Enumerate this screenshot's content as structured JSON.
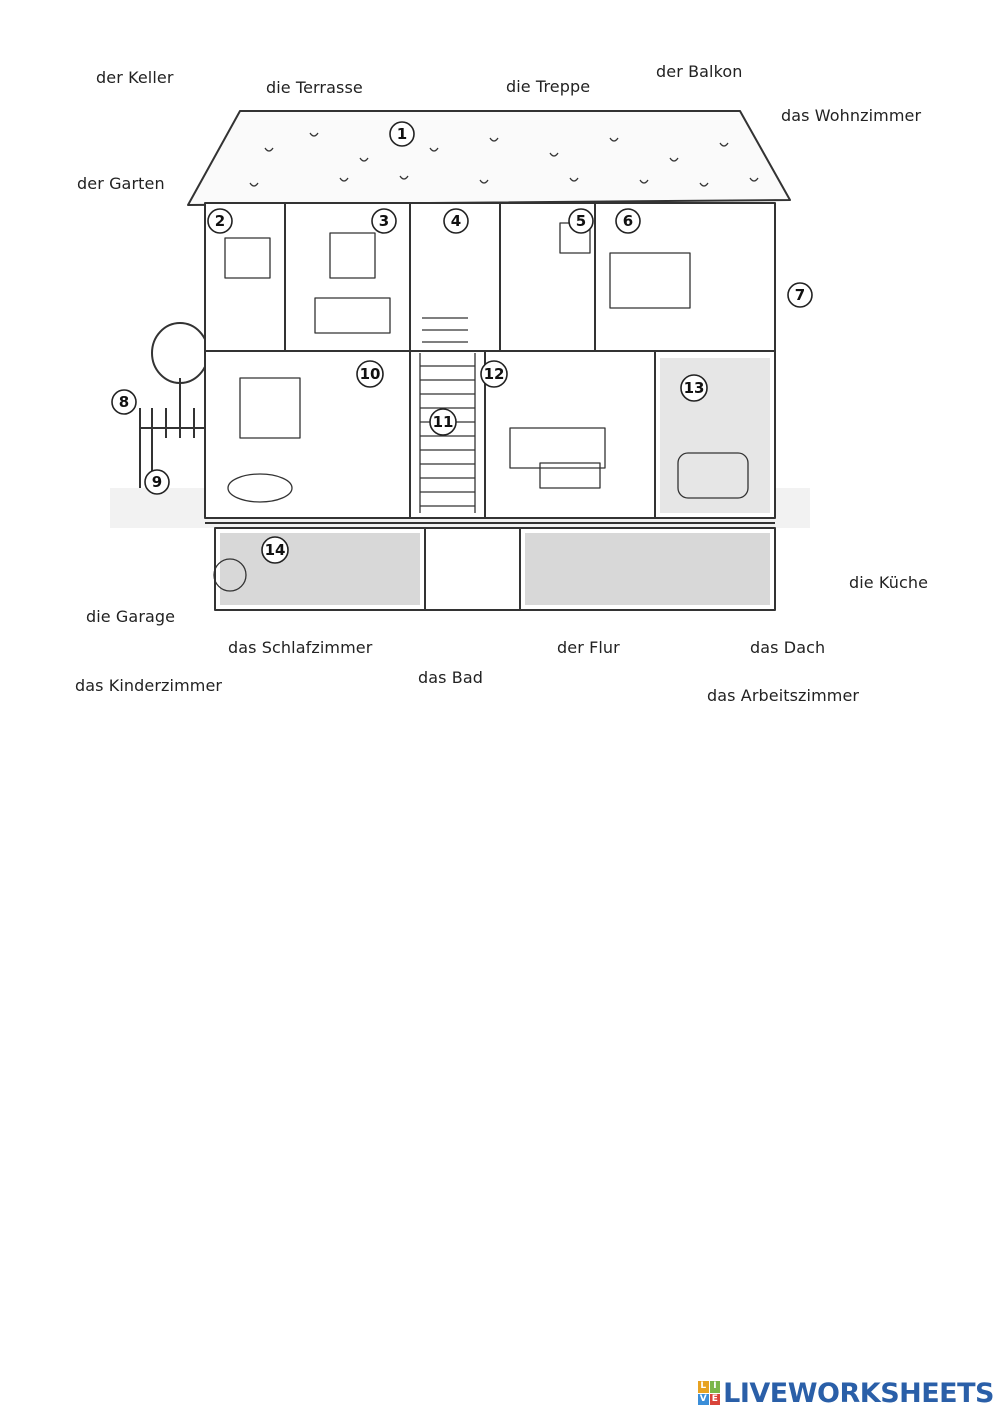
{
  "words": [
    "der Keller",
    "die Terrasse",
    "die Treppe",
    "der Balkon",
    "das Wohnzimmer",
    "der Garten",
    "die Küche",
    "die Garage",
    "das Schlafzimmer",
    "der Flur",
    "das Dach",
    "das Kinderzimmer",
    "das Bad",
    "das Arbeitszimmer"
  ],
  "numbers": [
    "1",
    "2",
    "3",
    "4",
    "5",
    "6",
    "7",
    "8",
    "9",
    "10",
    "11",
    "12",
    "13",
    "14"
  ],
  "brand": {
    "name": "LIVEWORKSHEETS",
    "mark": [
      "L",
      "I",
      "V",
      "E"
    ],
    "colors": {
      "text": "#2a5fa8",
      "mark": [
        "#e7a221",
        "#7ab648",
        "#3b8ed8",
        "#d9443a"
      ]
    }
  }
}
